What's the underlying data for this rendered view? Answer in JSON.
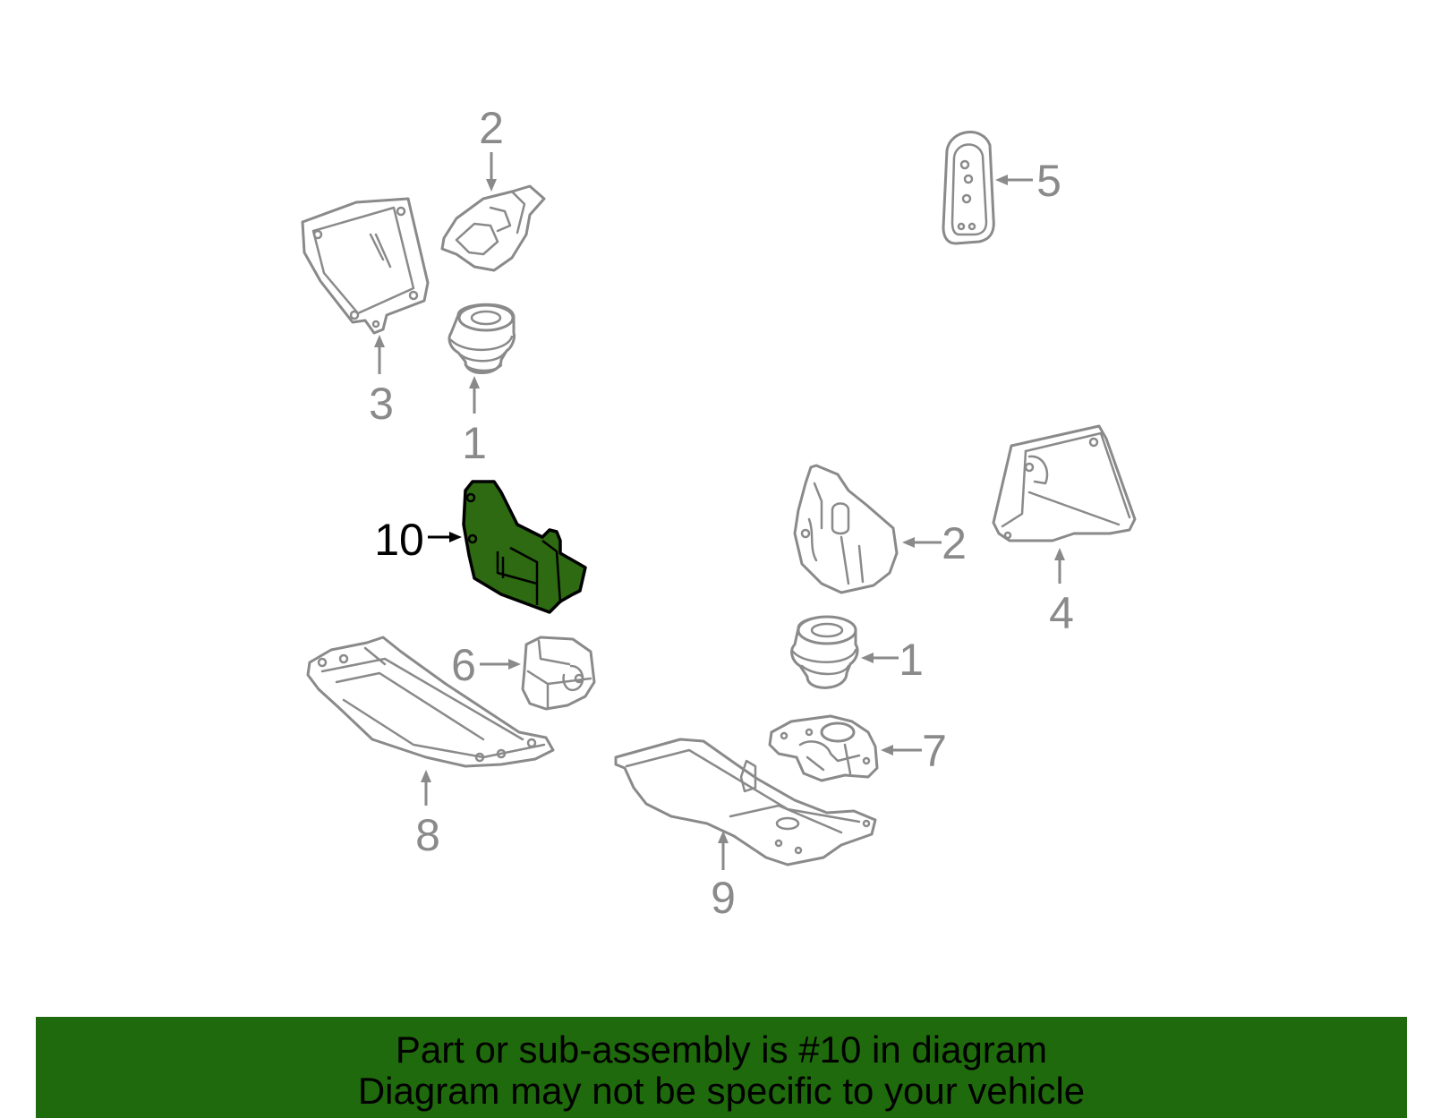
{
  "diagram": {
    "highlight_color": "#2d6a12",
    "part_color": "#8a8a8a",
    "callouts": {
      "c1a": "1",
      "c1b": "1",
      "c2a": "2",
      "c2b": "2",
      "c3": "3",
      "c4": "4",
      "c5": "5",
      "c6": "6",
      "c7": "7",
      "c8": "8",
      "c9": "9",
      "c10": "10"
    }
  },
  "footer": {
    "line1": "Part or sub-assembly is #10 in diagram",
    "line2": "Diagram may not be specific to your vehicle",
    "background": "#1f6a0c"
  }
}
